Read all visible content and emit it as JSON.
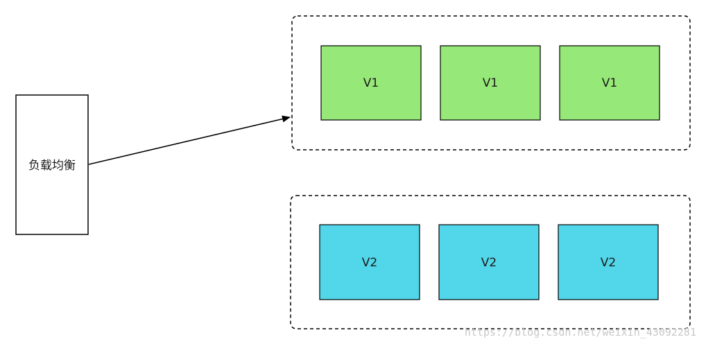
{
  "load_balancer": {
    "label": "负载均衡"
  },
  "groups": [
    {
      "label": "V1",
      "color": "#96e878",
      "instances": [
        "V1",
        "V1",
        "V1"
      ]
    },
    {
      "label": "V2",
      "color": "#52d6e9",
      "instances": [
        "V2",
        "V2",
        "V2"
      ]
    }
  ],
  "arrow": {
    "from": "load_balancer",
    "to": "groups.0"
  },
  "watermark": "https://blog.csdn.net/weixin_43092281"
}
